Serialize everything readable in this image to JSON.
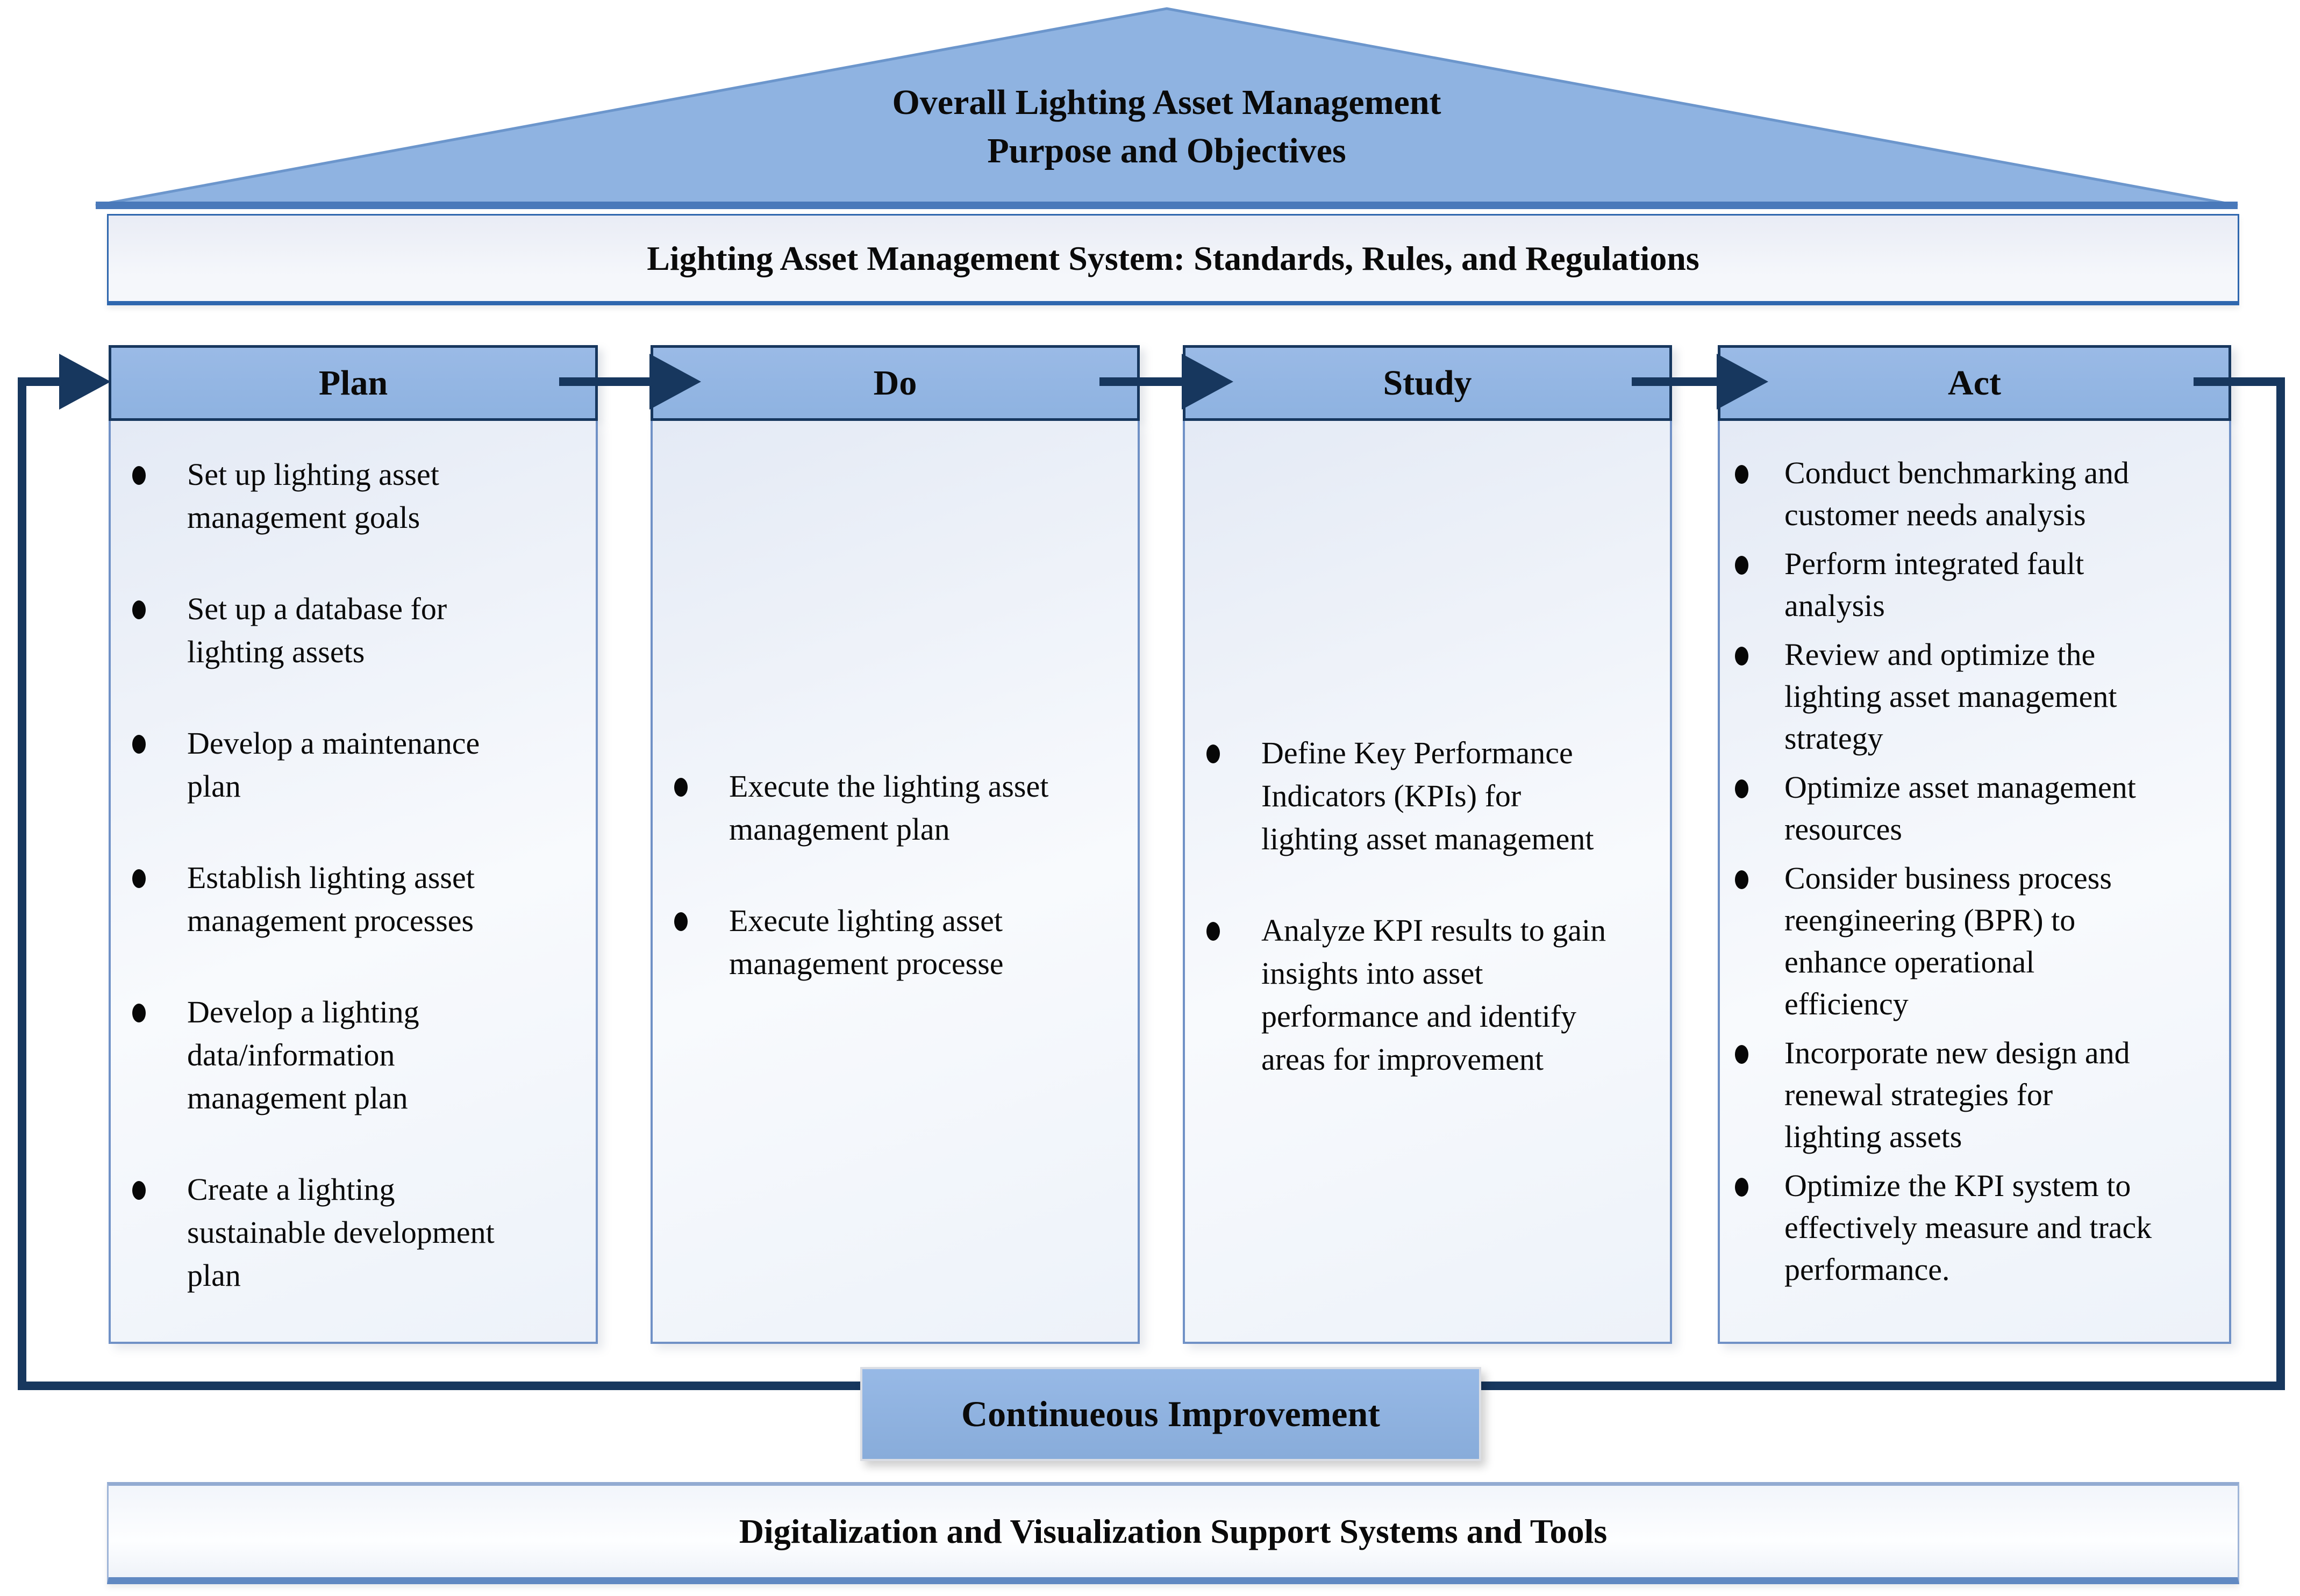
{
  "roof": {
    "line1": "Overall Lighting Asset Management",
    "line2": "Purpose and Objectives"
  },
  "top_banner": {
    "label": "Lighting Asset Management System: Standards, Rules, and Regulations"
  },
  "columns": [
    {
      "header": "Plan",
      "items": [
        "Set up lighting asset management goals",
        "Set up a database for lighting assets",
        "Develop a maintenance plan",
        "Establish lighting asset management processes",
        "Develop a lighting data/information management plan",
        "Create a lighting sustainable development plan"
      ]
    },
    {
      "header": "Do",
      "items": [
        "Execute the lighting asset management plan",
        "Execute lighting asset management processe"
      ]
    },
    {
      "header": "Study",
      "items": [
        "Define Key Performance Indicators (KPIs) for lighting asset management",
        "Analyze KPI results to gain insights into asset performance and identify areas for improvement"
      ]
    },
    {
      "header": "Act",
      "items": [
        "Conduct benchmarking and customer needs analysis",
        "Perform integrated fault analysis",
        "Review and optimize the lighting asset management strategy",
        "Optimize asset management resources",
        "Consider business process reengineering (BPR) to enhance operational efficiency",
        "Incorporate new design and renewal strategies for lighting assets",
        "Optimize the KPI system to effectively measure and track performance."
      ]
    }
  ],
  "continuous_improvement": {
    "label": "Continueous Improvement"
  },
  "bottom_banner": {
    "label": "Digitalization and Visualization Support Systems and Tools"
  },
  "colors": {
    "header-fill": "#8FB3E1",
    "header-border": "#17375E",
    "loop-line": "#17375E",
    "panel-border": "#7091C6",
    "banner-border": "#2F67AE",
    "accent-band": "#6189C2",
    "text": "#0A0A0A"
  }
}
